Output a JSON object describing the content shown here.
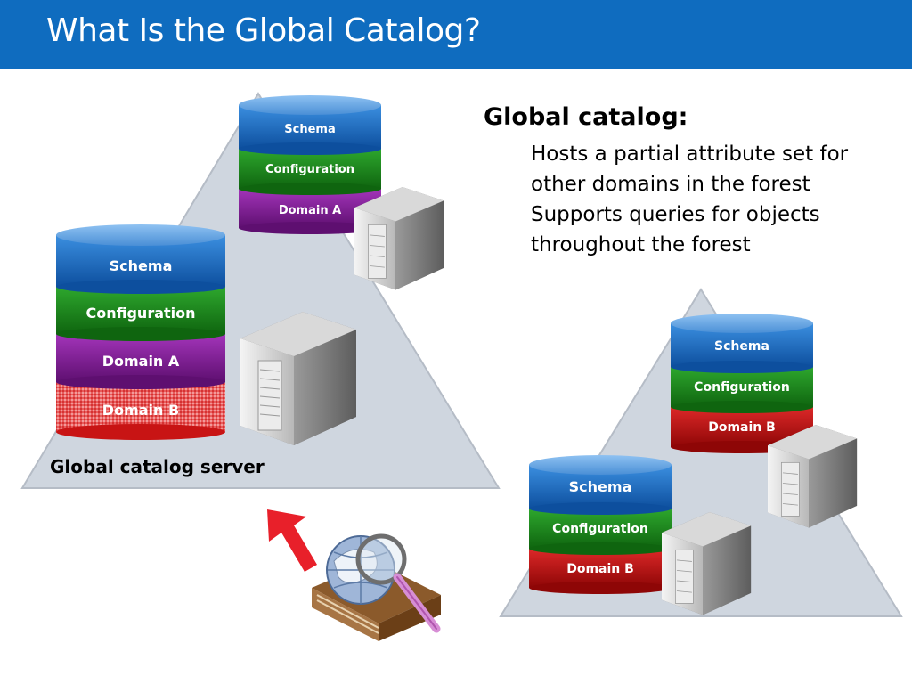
{
  "slide": {
    "title": "What Is the Global Catalog?"
  },
  "global_catalog": {
    "heading": "Global catalog:",
    "points": [
      "Hosts a partial attribute set for other domains in the forest",
      "Supports queries for objects throughout the forest"
    ]
  },
  "forests": {
    "left": {
      "server_label": "Global catalog server",
      "main_stack": [
        "Schema",
        "Configuration",
        "Domain A",
        "Domain B"
      ],
      "small_stack": [
        "Schema",
        "Configuration",
        "Domain A"
      ]
    },
    "right": {
      "top_stack": [
        "Schema",
        "Configuration",
        "Domain B"
      ],
      "bottom_stack": [
        "Schema",
        "Configuration",
        "Domain B"
      ]
    }
  },
  "colors": {
    "title_bar": "#0f6cbf",
    "schema": "#1a6fc4",
    "configuration": "#1e8a1e",
    "domain_a": "#8a1f9e",
    "domain_b": "#c81414",
    "triangle": "#cfd6df",
    "arrow": "#e8202a"
  },
  "icons": [
    "server-icon",
    "search-catalog-icon",
    "arrow-icon"
  ]
}
